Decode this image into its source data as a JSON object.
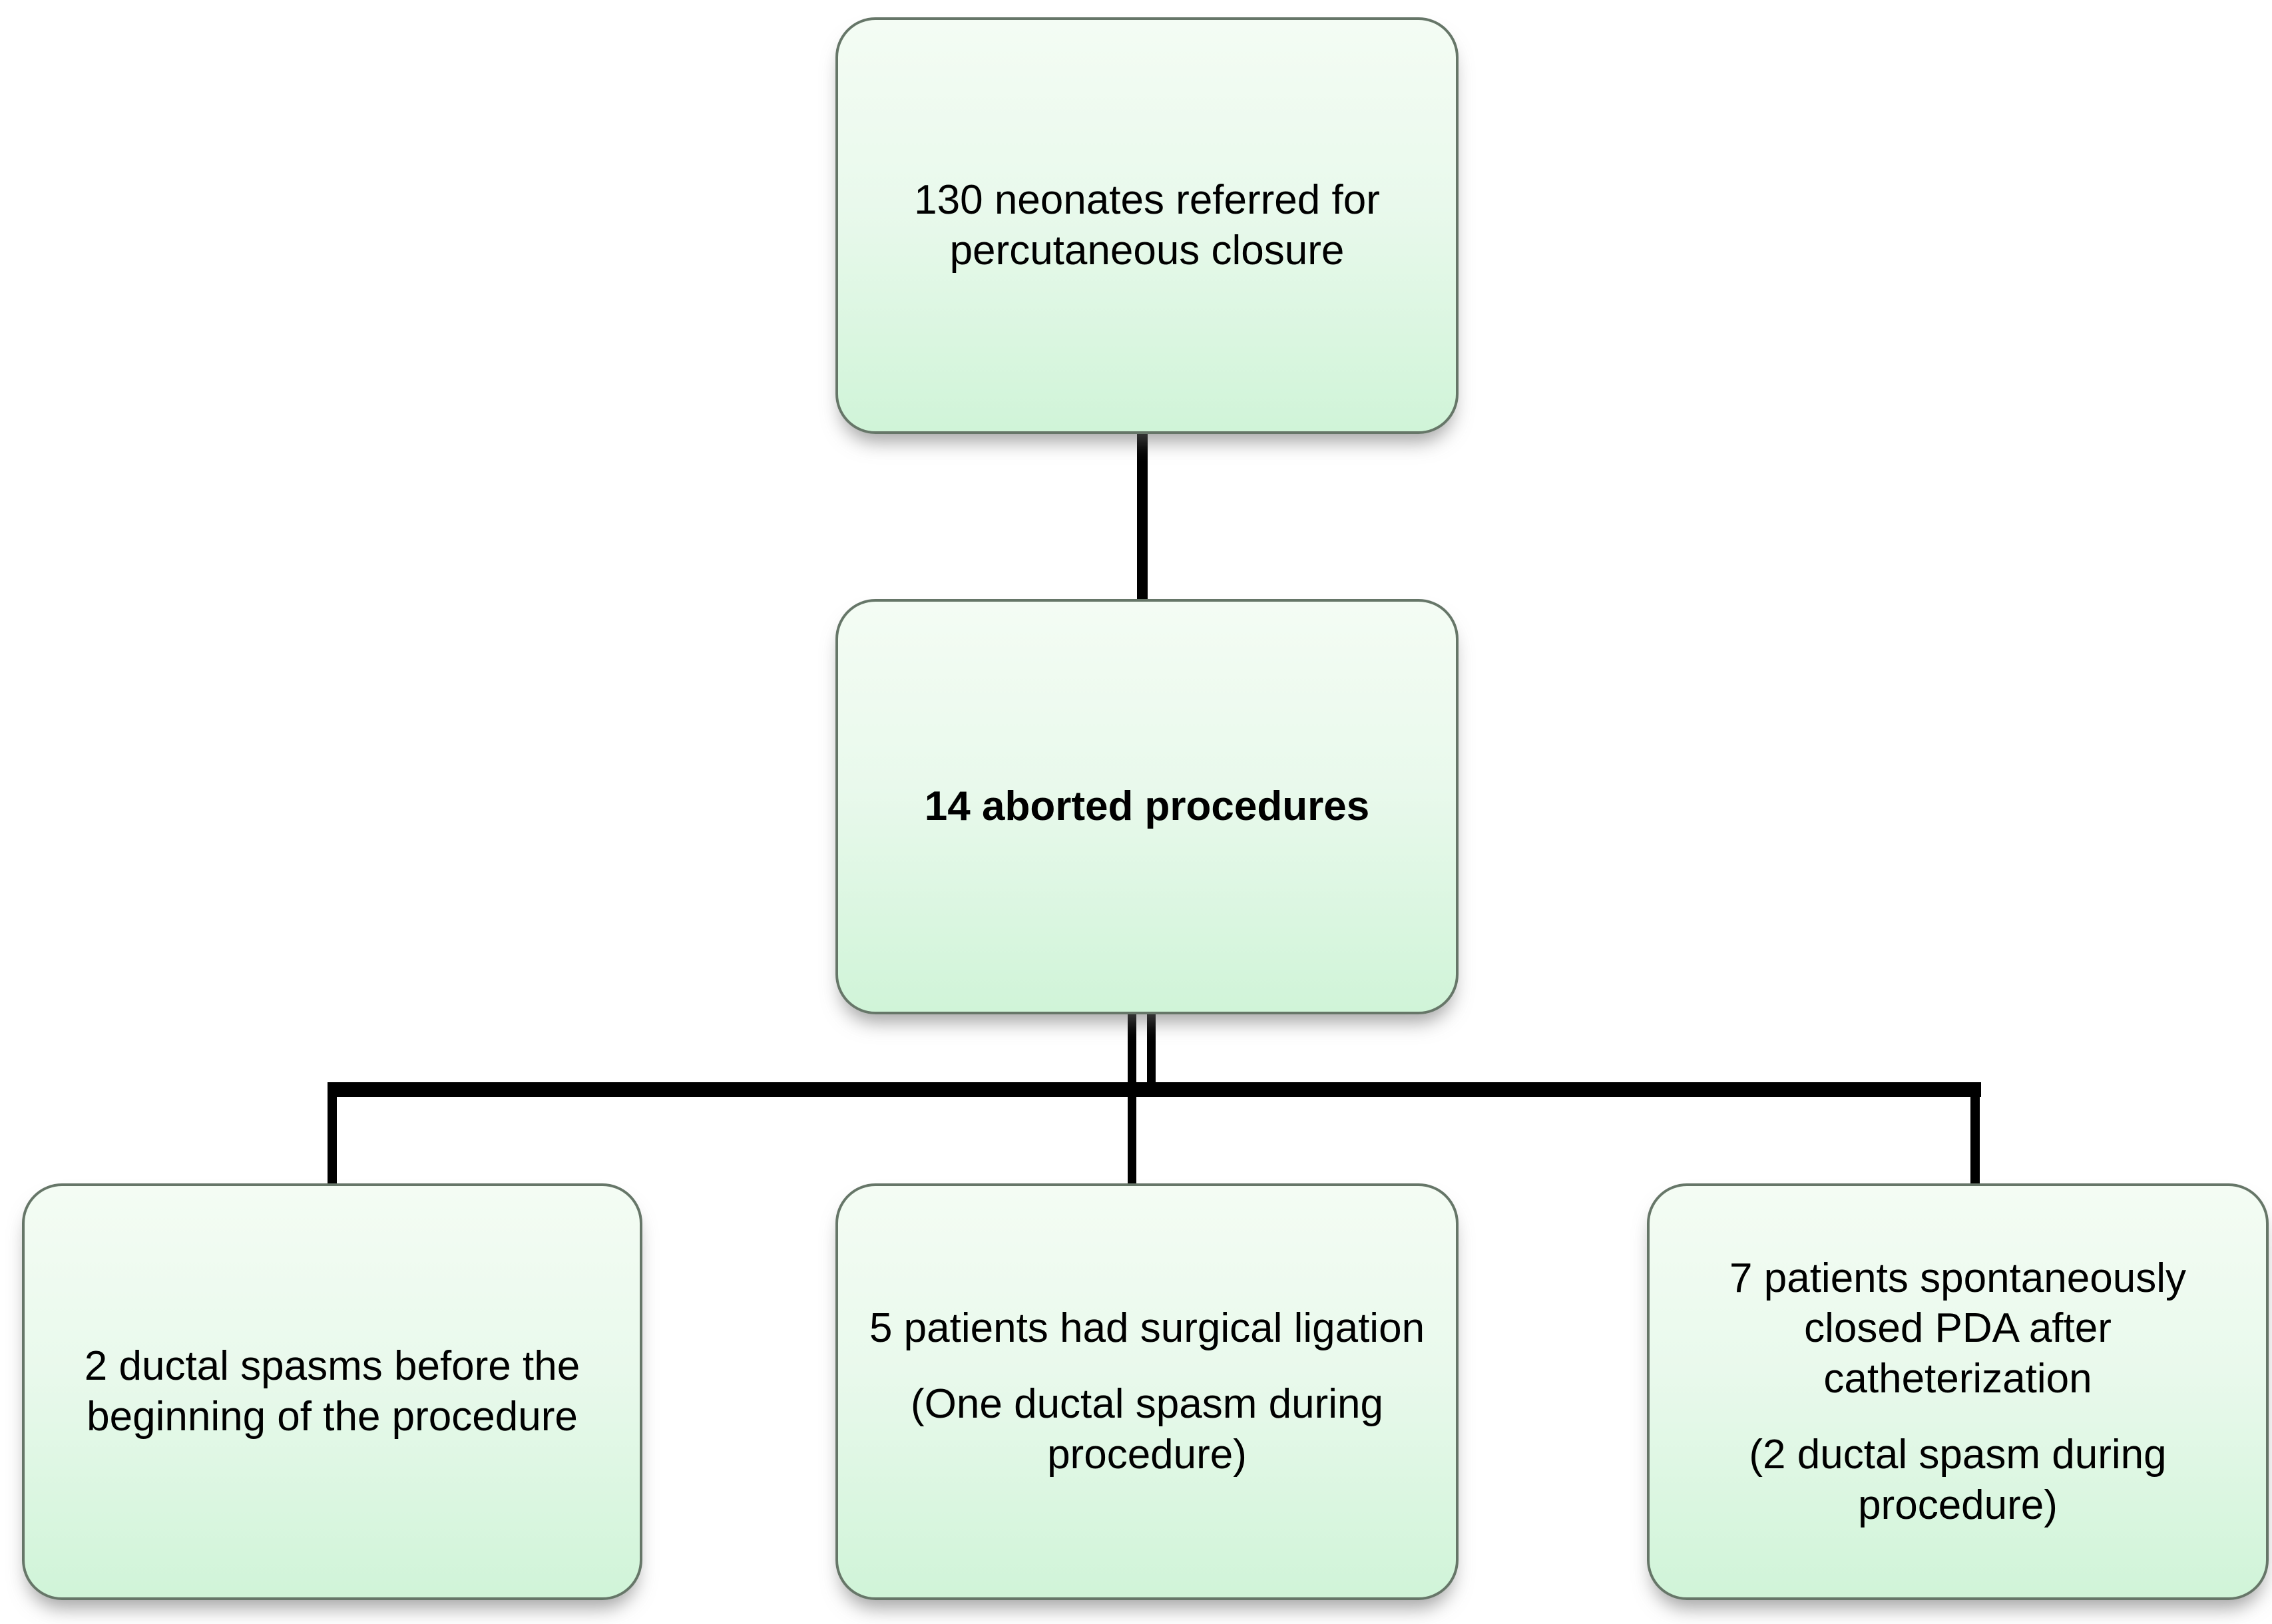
{
  "diagram": {
    "type": "flowchart",
    "nodes": {
      "top": {
        "label": "130 neonates referred for percutaneous closure"
      },
      "middle": {
        "label": "14 aborted procedures"
      },
      "bottom_left": {
        "label": "2 ductal spasms before the beginning of the procedure"
      },
      "bottom_center": {
        "label": "5 patients had surgical ligation",
        "sublabel": "(One ductal spasm during procedure)"
      },
      "bottom_right": {
        "label": "7 patients spontaneously closed PDA after catheterization",
        "sublabel": "(2 ductal spasm during procedure)"
      }
    },
    "edges": [
      {
        "from": "top",
        "to": "middle"
      },
      {
        "from": "middle",
        "to": "bottom_left"
      },
      {
        "from": "middle",
        "to": "bottom_center"
      },
      {
        "from": "middle",
        "to": "bottom_right"
      }
    ],
    "colors": {
      "node_fill_top": "#f4fcf4",
      "node_fill_bottom": "#d0f4d8",
      "node_border": "#667668",
      "connector": "#000000",
      "text": "#000000",
      "canvas": "#ffffff"
    }
  }
}
